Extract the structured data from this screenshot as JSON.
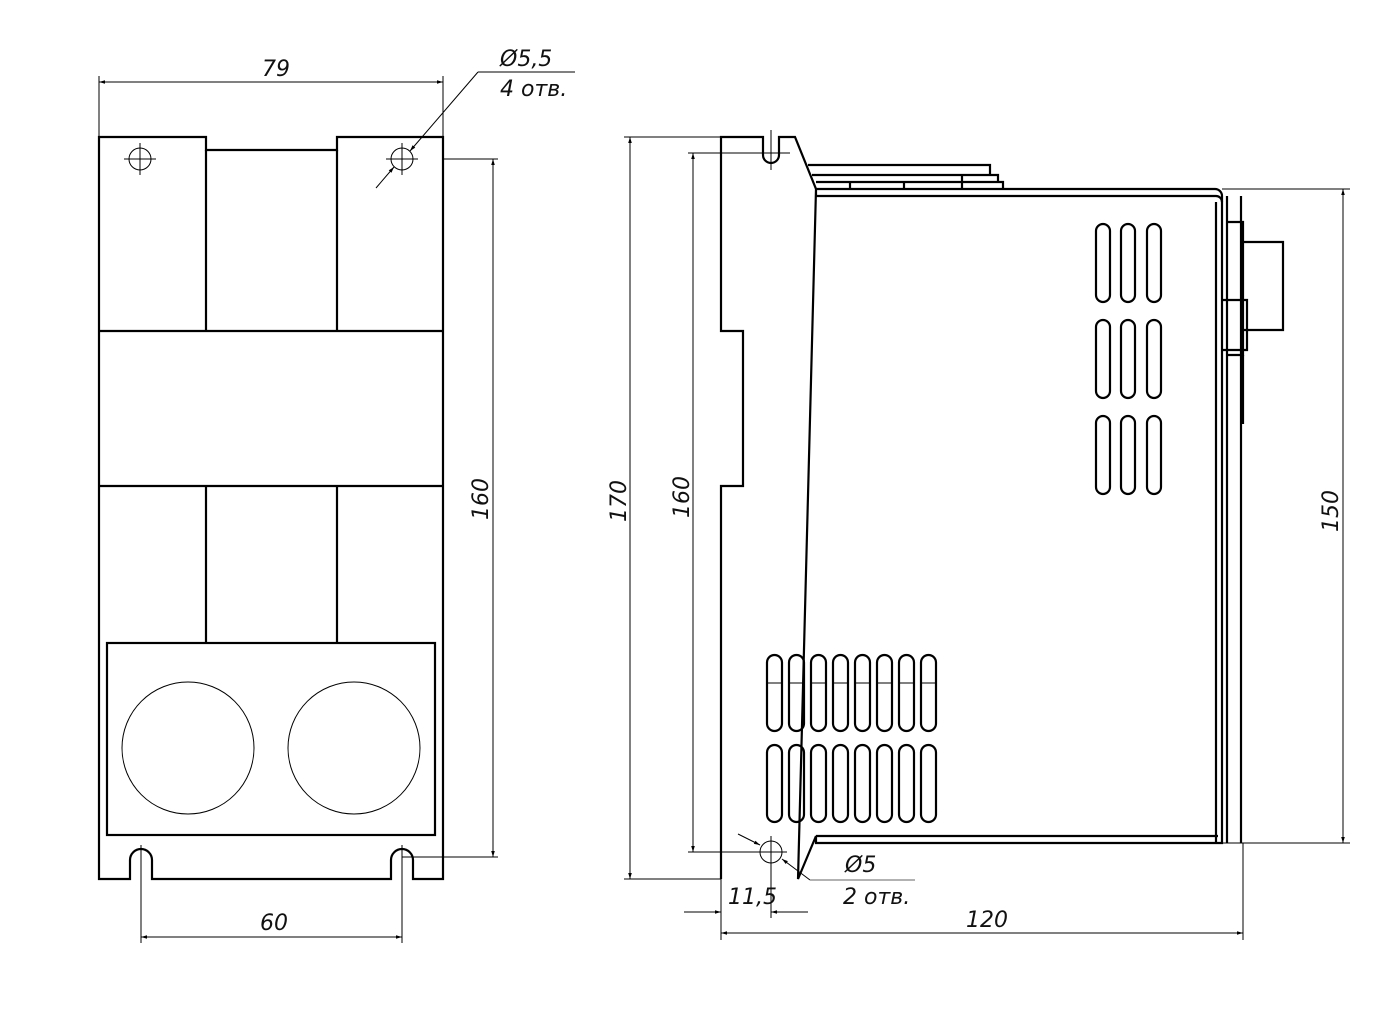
{
  "front_view": {
    "width_dim": "79",
    "height_dim": "160",
    "hole_spacing_dim": "60",
    "hole_callout": {
      "diameter": "Ø5,5",
      "count": "4 отв."
    }
  },
  "side_view": {
    "overall_height_dim": "170",
    "hole_spacing_dim": "160",
    "body_height_dim": "150",
    "depth_dim": "120",
    "hole_offset_dim": "11,5",
    "hole_callout": {
      "diameter": "Ø5",
      "count": "2 отв."
    }
  },
  "colors": {
    "line": "#000000",
    "leader": "#999999"
  }
}
